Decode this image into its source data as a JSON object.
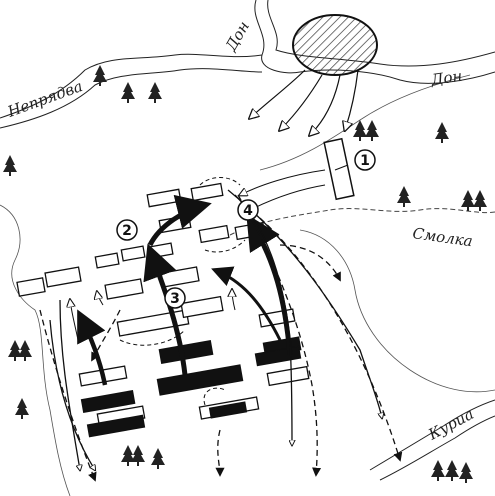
{
  "map": {
    "rivers": {
      "don_upper": "Дон",
      "don_right": "Дон",
      "nepryadva": "Непрядва",
      "smolka": "Смолка",
      "kurtsa": "Куриа"
    },
    "markers": [
      "1",
      "2",
      "3",
      "4"
    ],
    "colors": {
      "ink": "#1a1a1a",
      "paper": "#ffffff",
      "hatch": "#333333"
    },
    "icons": [
      "tree-icon",
      "hatched-ellipse-icon",
      "unit-rectangle-icon",
      "arrow-icon"
    ]
  }
}
